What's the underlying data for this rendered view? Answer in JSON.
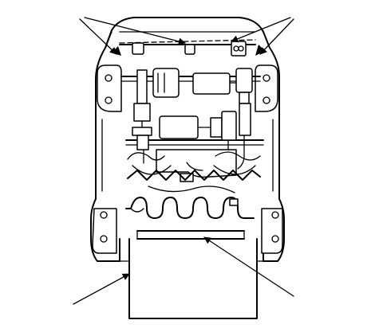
{
  "diagram": {
    "labels": [],
    "callout_arrows": [
      {
        "name": "top-left-leader-arrows",
        "count": 2
      },
      {
        "name": "top-right-leader-arrows",
        "count": 2
      },
      {
        "name": "bottom-left-leader-arrow",
        "count": 1
      },
      {
        "name": "bottom-right-leader-arrow",
        "count": 1
      }
    ]
  },
  "colors": {
    "ink": "#000000",
    "paper": "#ffffff"
  }
}
